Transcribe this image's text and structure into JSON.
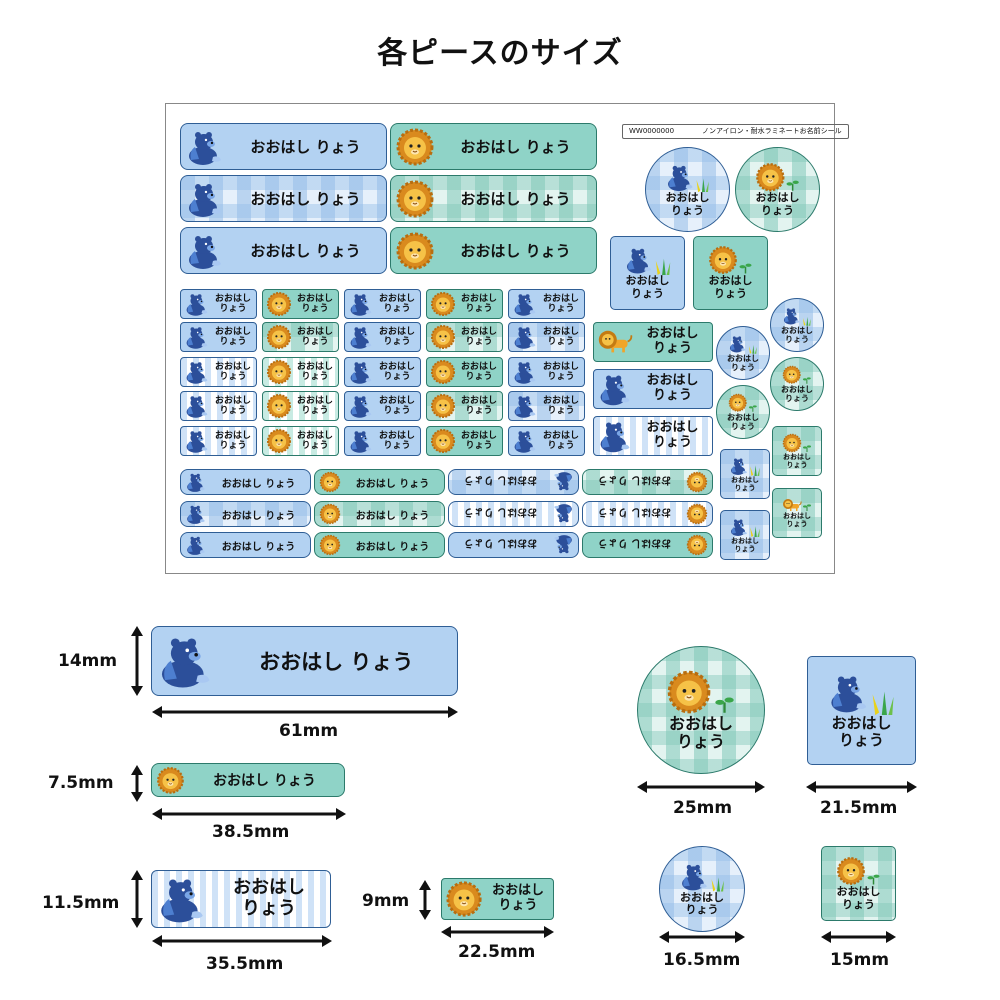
{
  "title": "各ピースのサイズ",
  "sheet": {
    "code": "WW0000000",
    "product": "ノンアイロン・耐水ラミネートお名前シール"
  },
  "name_single": "おおはし りょう",
  "name_line1": "おおはし",
  "name_line2": "りょう",
  "dimensions": {
    "d61": {
      "height": "14mm",
      "width": "61mm"
    },
    "d385": {
      "height": "7.5mm",
      "width": "38.5mm"
    },
    "d355": {
      "height": "11.5mm",
      "width": "35.5mm"
    },
    "d225": {
      "height": "9mm",
      "width": "22.5mm"
    },
    "d25": {
      "width": "25mm"
    },
    "d215": {
      "width": "21.5mm"
    },
    "d165": {
      "width": "16.5mm"
    },
    "d15": {
      "width": "15mm"
    }
  },
  "colors": {
    "blue": "#b3d2f2",
    "green": "#8fd3c7",
    "bear": "#2c4f9a",
    "lion": "#f0a52a"
  },
  "icons": [
    "bear-icon",
    "lion-icon",
    "grass-icon",
    "sprout-icon"
  ]
}
